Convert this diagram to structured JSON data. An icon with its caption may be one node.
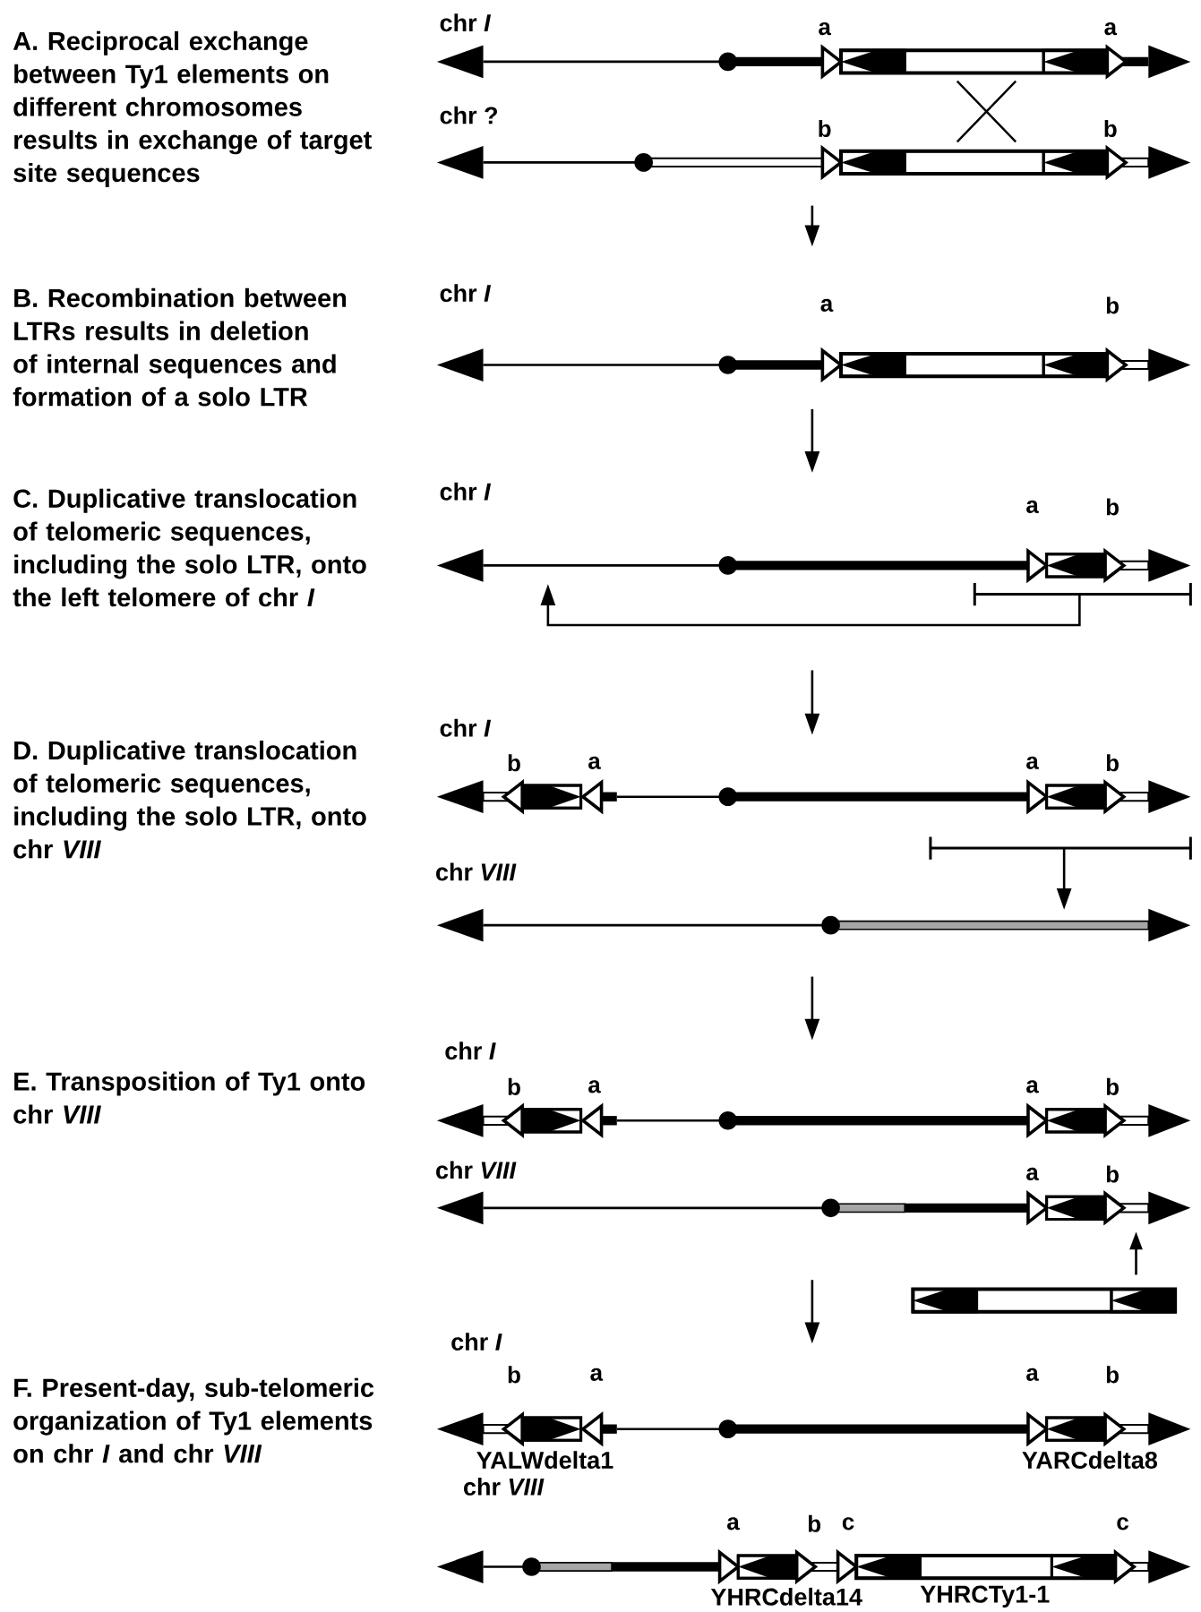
{
  "diagram": {
    "labels": [
      "A. Reciprocal exchange between Ty1 elements on different chromosomes results in exchange of target site sequences",
      "chr *I*",
      "a",
      "a",
      "chr ?",
      "b",
      "b",
      "B. Recombination between LTRs results in deletion of internal sequences and formation of a solo LTR",
      "chr *I*",
      "a",
      "b",
      "C. Duplicative translocation of telomeric sequences, including the solo LTR, onto the left telomere of chr *I*",
      "chr *I*",
      "a",
      "b",
      "D. Duplicative translocation of telomeric sequences, including the solo LTR, onto chr *VIII*",
      "chr *I*",
      "b",
      "a",
      "a",
      "b",
      "chr *VIII*",
      "E. Transposition of Ty1 onto chr *VIII*",
      "chr *I*",
      "b",
      "a",
      "a",
      "b",
      "chr *VIII*",
      "a",
      "b",
      "F. Present-day, sub-telomeric organization of Ty1 elements on chr *I* and chr *VIII*",
      "chr *I*",
      "b",
      "a",
      "a",
      "b",
      "YALWdelta1",
      "YARCdelta8",
      "chr *VIII*",
      "a",
      "b",
      "c",
      "c",
      "YHRCdelta14",
      "YHRCTy1-1"
    ]
  }
}
